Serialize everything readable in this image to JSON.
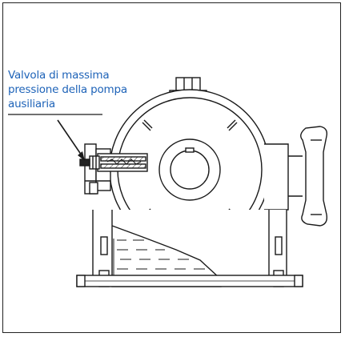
{
  "callout": {
    "lines": [
      "Valvola di massima",
      "pressione della pompa",
      "ausiliaria"
    ]
  },
  "colors": {
    "label": "#1e63b8",
    "line": "#1a1a1a"
  }
}
